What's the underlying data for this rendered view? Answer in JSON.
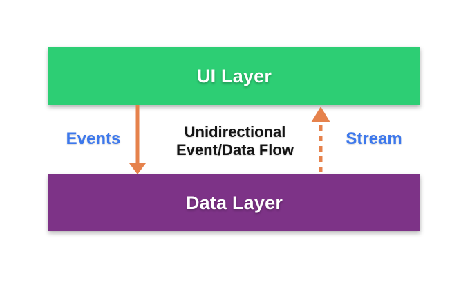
{
  "diagram": {
    "title": "Unidirectional Event/Data Flow diagram",
    "ui_layer": {
      "label": "UI Layer",
      "color": "#2dce74"
    },
    "data_layer": {
      "label": "Data Layer",
      "color": "#7d3387"
    },
    "flow_note": {
      "line1": "Unidirectional",
      "line2": "Event/Data Flow"
    },
    "events_label": "Events",
    "stream_label": "Stream",
    "arrows": [
      {
        "name": "events-down-arrow",
        "style": "solid",
        "direction": "down",
        "from": "UI Layer",
        "to": "Data Layer"
      },
      {
        "name": "stream-up-arrow",
        "style": "dashed",
        "direction": "up",
        "from": "Data Layer",
        "to": "UI Layer"
      }
    ],
    "colors": {
      "arrow_orange": "#e6824c",
      "label_blue": "#3d78ec",
      "ui_layer_green": "#2dce74",
      "data_layer_purple": "#7d3387",
      "background": "#ffffff",
      "note_text": "#141414",
      "box_text": "#ffffff"
    }
  }
}
